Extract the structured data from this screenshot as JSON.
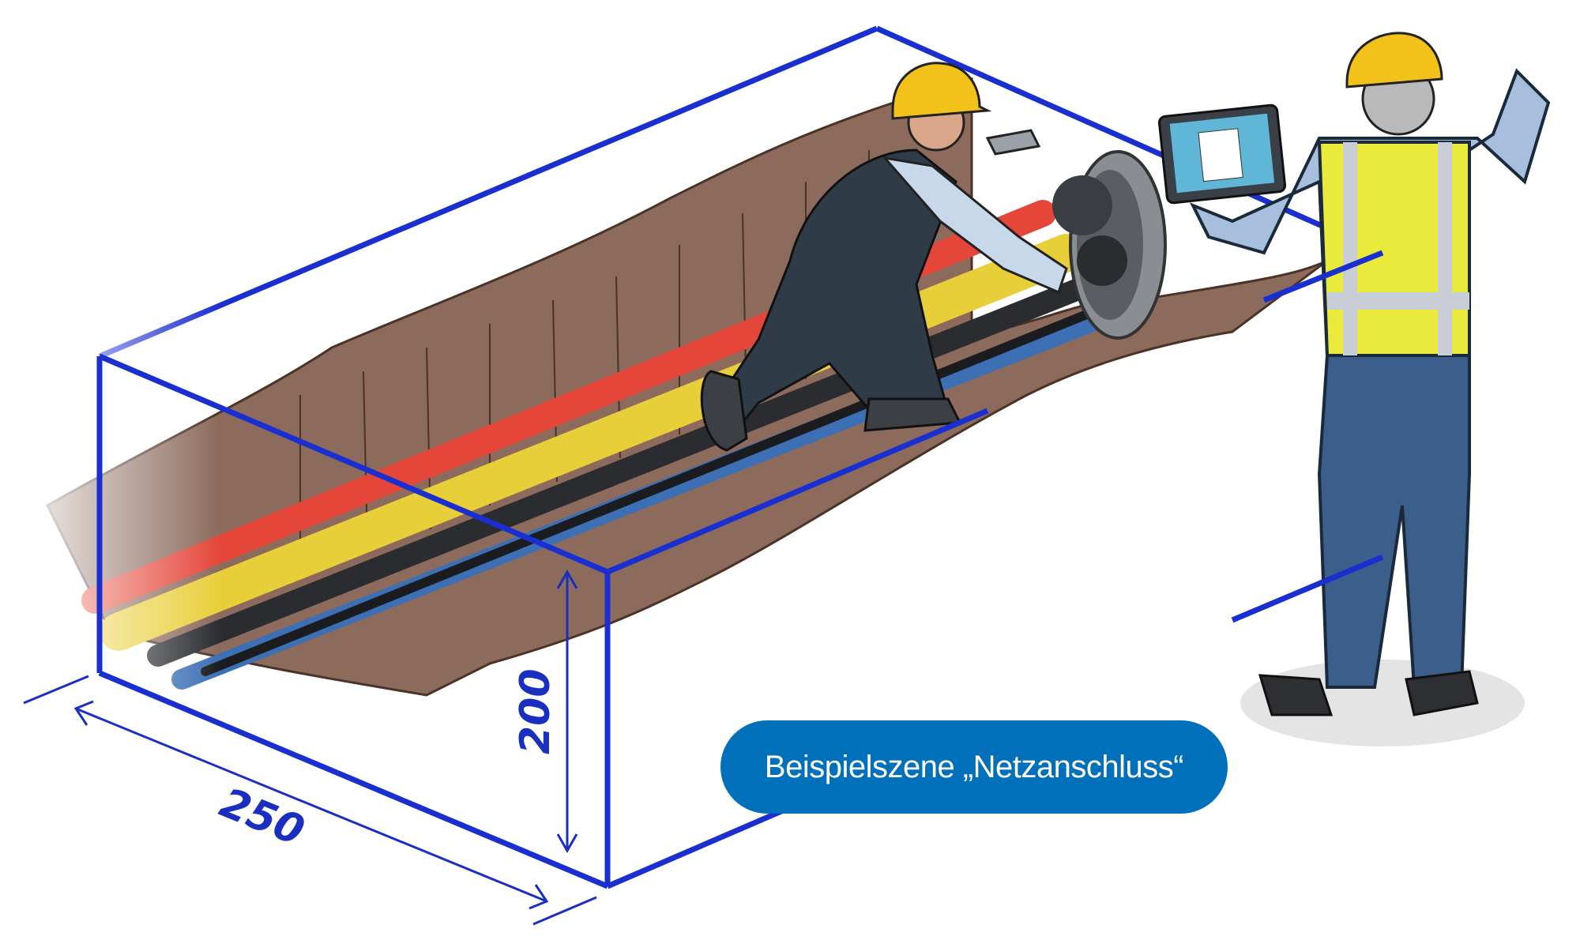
{
  "scene": {
    "caption": "Beispielszene „Netzanschluss“",
    "dimensions": {
      "length": "250",
      "height": "200"
    },
    "colors": {
      "box_line": "#1a2fd0",
      "caption_bg": "#0070ba",
      "soil": "#8c6a5c",
      "pipe_red": "#e5463a",
      "pipe_yellow": "#e8cf3a",
      "pipe_black": "#2a2c30",
      "pipe_blue": "#3d6fb5",
      "helmet": "#f2c21b",
      "vest": "#eaea3c"
    }
  }
}
